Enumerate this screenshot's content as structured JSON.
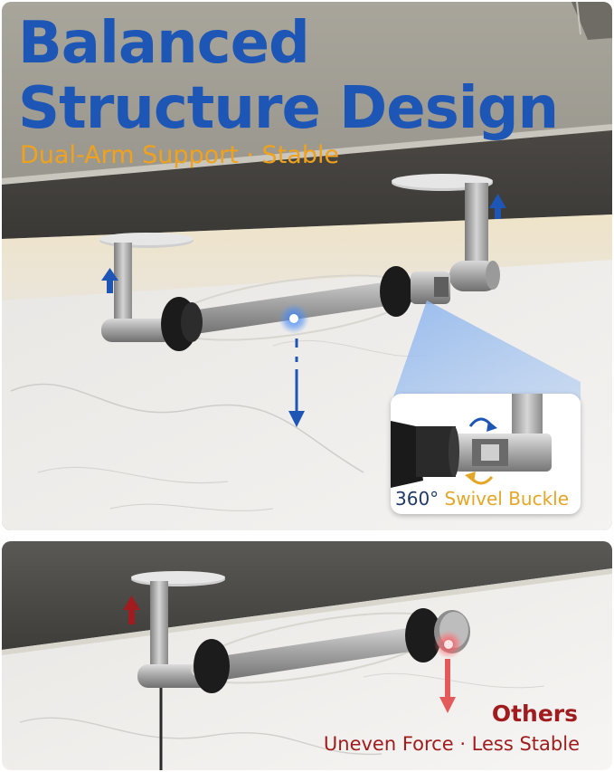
{
  "header": {
    "title_line_1": "Balanced",
    "title_line_2": "Structure Design",
    "subtitle": "Dual-Arm Support · Stable"
  },
  "inset": {
    "degrees": "360°",
    "label": "Swivel Buckle"
  },
  "comparison": {
    "title": "Others",
    "subtitle": "Uneven Force · Less Stable"
  },
  "colors": {
    "title_blue": "#1e56b6",
    "accent_orange": "#f1a21c",
    "warning_red": "#a11c1e"
  },
  "icons": [
    "up-arrow-icon",
    "down-arrow-icon",
    "rotate-arrow-icon"
  ]
}
